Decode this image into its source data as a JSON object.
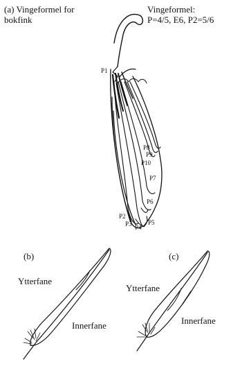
{
  "panel_a": {
    "letter": "(a)",
    "title_line1": "Vingeformel for",
    "title_line2": "bokfink",
    "formula_title": "Vingeformel:",
    "formula": "P=4/5, E6, P2=5/6",
    "primaries": [
      "P1",
      "P8",
      "P9",
      "P10",
      "P7",
      "P6",
      "P2",
      "P3",
      "P4",
      "P5"
    ]
  },
  "panel_b": {
    "letter": "(b)",
    "outer_vane": "Ytterfane",
    "inner_vane": "Innerfane"
  },
  "panel_c": {
    "letter": "(c)",
    "outer_vane": "Ytterfane",
    "inner_vane": "Innerfane"
  }
}
